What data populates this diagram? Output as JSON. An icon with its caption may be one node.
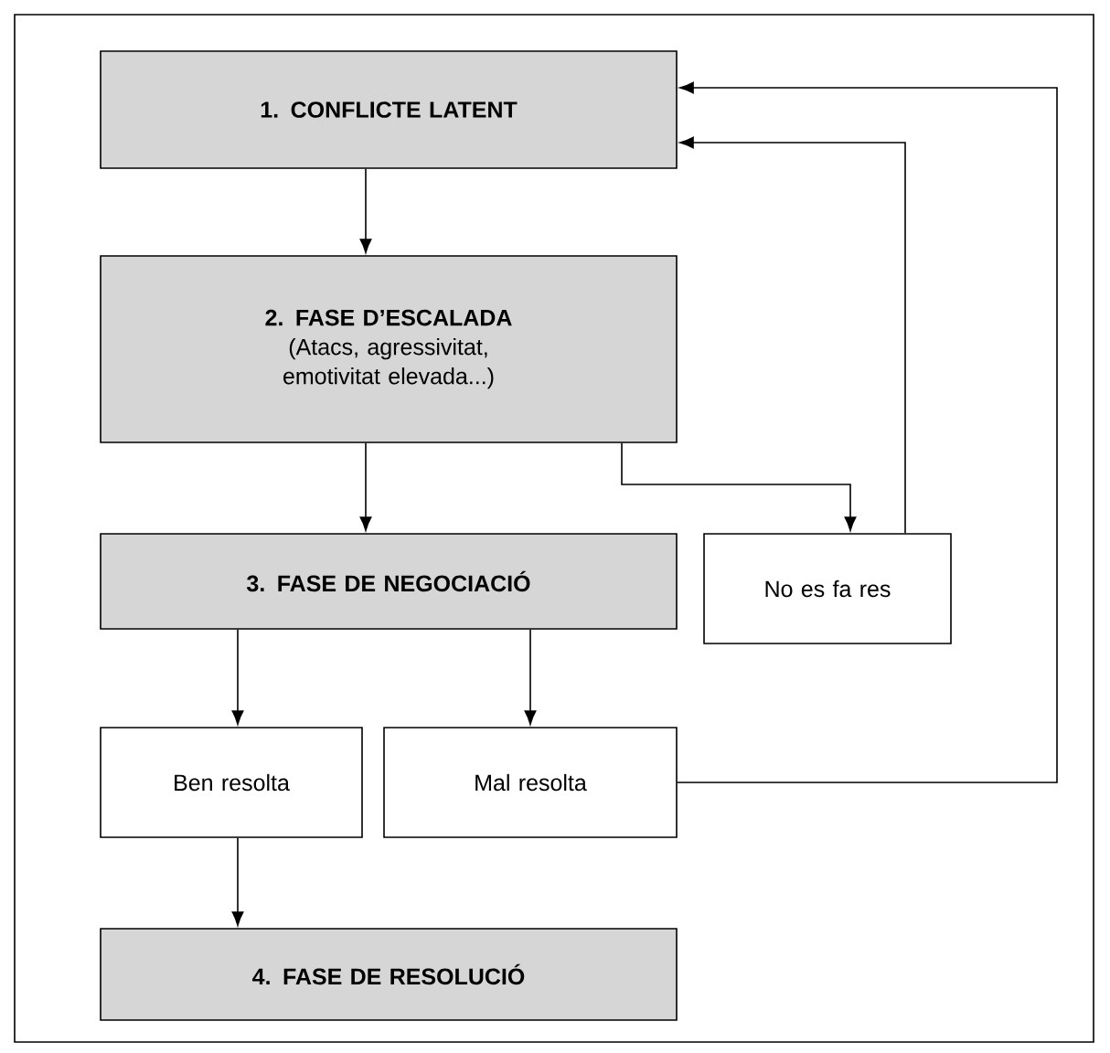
{
  "diagram": {
    "nodes": [
      {
        "text": [
          "1. CONFLICTE LATENT"
        ]
      },
      {
        "text": [
          "2. FASE D’ESCALADA",
          "(Atacs, agressivitat, emotivitat elevada...)"
        ]
      },
      {
        "text": [
          "3. FASE DE NEGOCIACIÓ"
        ]
      },
      {
        "text": [
          "No es fa res"
        ]
      },
      {
        "text": [
          "Ben resolta"
        ]
      },
      {
        "text": [
          "Mal resolta"
        ]
      },
      {
        "text": [
          "4. FASE DE RESOLUCIÓ"
        ]
      }
    ],
    "edges": [
      {
        "from": 0,
        "to": 1,
        "arrow": "to"
      },
      {
        "from": 1,
        "to": 2,
        "arrow": "to"
      },
      {
        "from": 1,
        "to": 3,
        "arrow": "to"
      },
      {
        "from": 2,
        "to": 4,
        "arrow": "to"
      },
      {
        "from": 2,
        "to": 5,
        "arrow": "to"
      },
      {
        "from": 4,
        "to": 6,
        "arrow": "to"
      },
      {
        "from": 3,
        "to": 0,
        "arrow": "to"
      },
      {
        "from": 5,
        "to": 0,
        "arrow": "to"
      }
    ]
  }
}
